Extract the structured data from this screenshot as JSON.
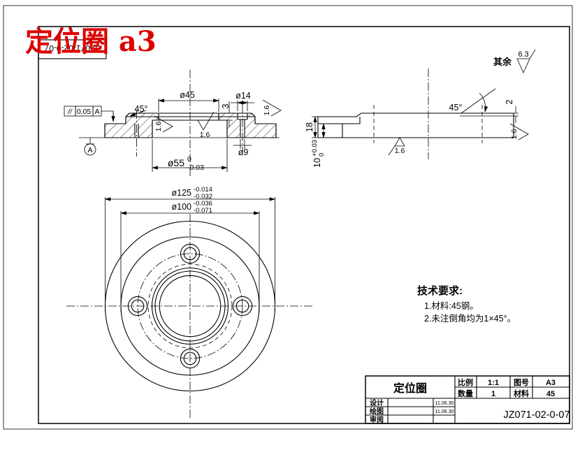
{
  "colors": {
    "red": "#dd0000",
    "line": "#000000",
    "bg": "#ffffff"
  },
  "overlay_title": "定位圈 a3",
  "corner_stamp_code": "JZ071-02-0-07",
  "surface_note": {
    "label": "其余",
    "value": "6.3"
  },
  "left_view": {
    "gdt": {
      "sym": "//",
      "tol": "0.05",
      "datum": "A"
    },
    "datum": "A",
    "dia45": "ø45",
    "dia14": "ø14",
    "dim3": "3",
    "chamfer": "45°",
    "rough1": "1.6",
    "rough2": "1.6",
    "rough3": "1.6",
    "dia9": "ø9",
    "dia55": "ø55",
    "dia55_up": "0",
    "dia55_low": "-0.03"
  },
  "right_view": {
    "h18": "18",
    "h10": "10",
    "h10_up": "+0.03",
    "h10_low": "0",
    "angle": "45°",
    "c2": "2",
    "rough1": "1.6",
    "rough2": "1.6"
  },
  "front_view": {
    "d125": "ø125",
    "d125_up": "-0.014",
    "d125_low": "-0.032",
    "d100": "ø100",
    "d100_up": "-0.036",
    "d100_low": "-0.071"
  },
  "tech": {
    "title": "技术要求:",
    "item1": "1.材料:45钢。",
    "item2": "2.未注倒角均为1×45°。"
  },
  "tb": {
    "name": "定位圈",
    "scale_l": "比例",
    "scale_v": "1:1",
    "no_l": "图号",
    "no_v": "A3",
    "qty_l": "数量",
    "qty_v": "1",
    "mat_l": "材料",
    "mat_v": "45",
    "r1_l": "设计",
    "r1_d": "11.06.30",
    "r2_l": "绘图",
    "r2_d": "11.06.30",
    "r3_l": "审阅",
    "code": "JZ071-02-0-07"
  }
}
